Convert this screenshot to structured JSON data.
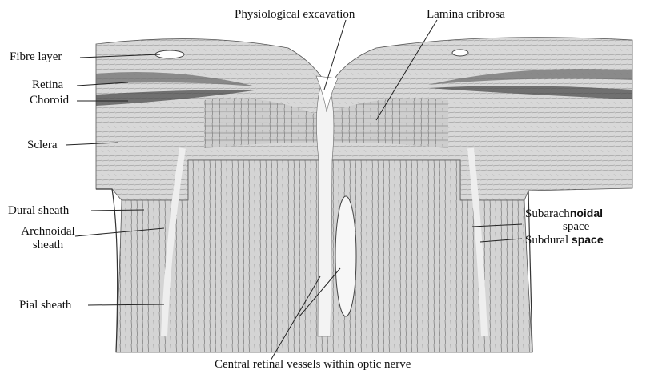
{
  "labels": {
    "physiological_excavation": "Physiological excavation",
    "lamina_cribrosa": "Lamina cribrosa",
    "fibre_layer": "Fibre layer",
    "retina": "Retina",
    "choroid": "Choroid",
    "sclera": "Sclera",
    "dural_sheath": "Dural sheath",
    "archnoidal_sheath_line1": "Archnoidal",
    "archnoidal_sheath_line2": "sheath",
    "pial_sheath": "Pial sheath",
    "subarachnoidal_part1": "Subarach",
    "subarachnoidal_part2": "noidal",
    "subarachnoidal_line2": "space",
    "subdural_part1": "Subdural ",
    "subdural_part2": "space",
    "central_retinal_vessels": "Central retinal vessels within optic nerve"
  },
  "colors": {
    "ink": "#1a1a1a",
    "tissue": "#cfcfcf",
    "tissue_dark": "#8a8a8a",
    "background": "#ffffff"
  }
}
